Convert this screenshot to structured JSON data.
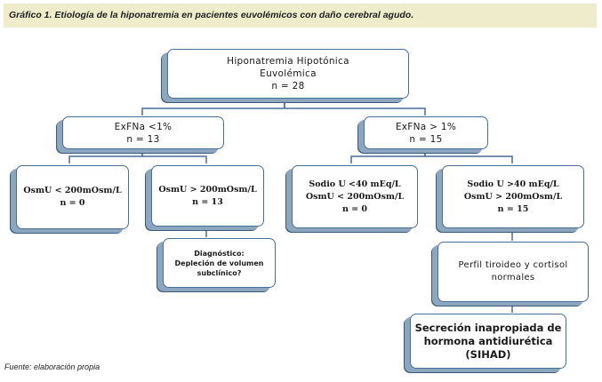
{
  "caption": "Gráfico 1. Etiología de la hiponatremia en pacientes euvolémicos con daño cerebral agudo.",
  "source": "Fuente: elaboración propia",
  "nodes": {
    "root": {
      "line1": "Hiponatremia Hipotónica",
      "line2": "Euvolémica",
      "line3": "n = 28"
    },
    "left": {
      "line1": "ExFNa <1%",
      "line2": "n = 13"
    },
    "right": {
      "line1": "ExFNa > 1%",
      "line2": "n = 15"
    },
    "left_a": {
      "line1": "OsmU < 200mOsm/L",
      "line2": "n = 0"
    },
    "left_b": {
      "line1": "OsmU > 200mOsm/L",
      "line2": "n = 13"
    },
    "diag": {
      "line1": "Diagnóstico:",
      "line2": "Depleción de volumen",
      "line3": "subclínico?"
    },
    "right_a": {
      "line1": "Sodio U <40 mEq/L",
      "line2": "OsmU < 200mOsm/L",
      "line3": "n = 0"
    },
    "right_b": {
      "line1": "Sodio U >40 mEq/L",
      "line2": "OsmU > 200mOsm/L",
      "line3": "n = 15"
    },
    "thyroid": {
      "line1": "Perfil tiroideo y cortisol",
      "line2": "normales"
    },
    "siadh": {
      "line1": "Secreción inapropiada de",
      "line2": "hormona antidiurética",
      "line3": "(SIHAD)"
    }
  }
}
